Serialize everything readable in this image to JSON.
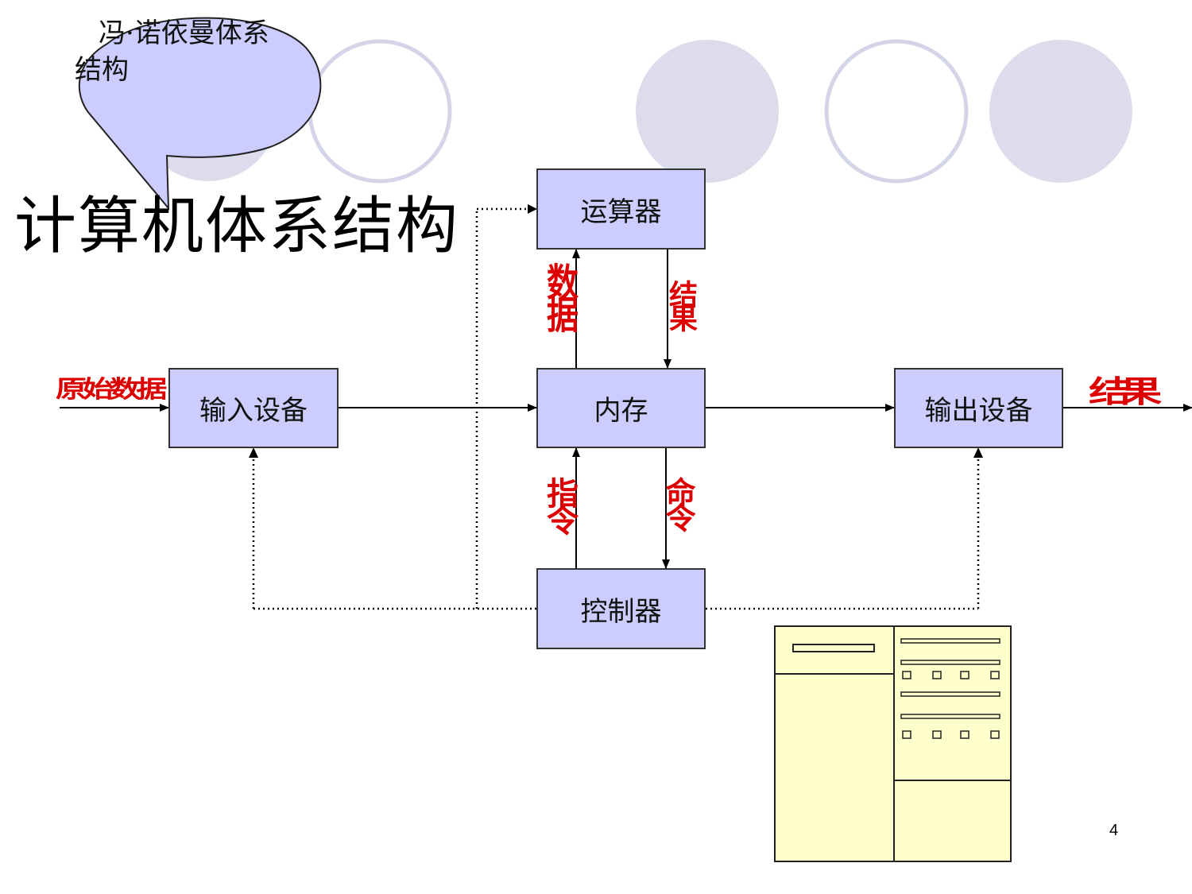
{
  "slide": {
    "title": "计算机体系结构",
    "callout_line1": "冯·诺依曼体系",
    "callout_line2": "结构",
    "page_number": "4"
  },
  "components": {
    "alu": "运算器",
    "memory": "内存",
    "input_device": "输入设备",
    "output_device": "输出设备",
    "controller": "控制器"
  },
  "flow_labels": {
    "input_in": "原始数据",
    "output_out": "结果",
    "memory_to_alu": "数据",
    "alu_to_memory": "结果",
    "memory_to_controller": "指令",
    "controller_to_memory": "命令"
  },
  "colors": {
    "box_fill": "#ccccff",
    "circle_fill": "#dcdcec",
    "circle_ring": "#d4d4e8",
    "callout_fill": "#ccccff",
    "garbled_label": "#dd0000",
    "computer_fill": "#ffffcc"
  }
}
